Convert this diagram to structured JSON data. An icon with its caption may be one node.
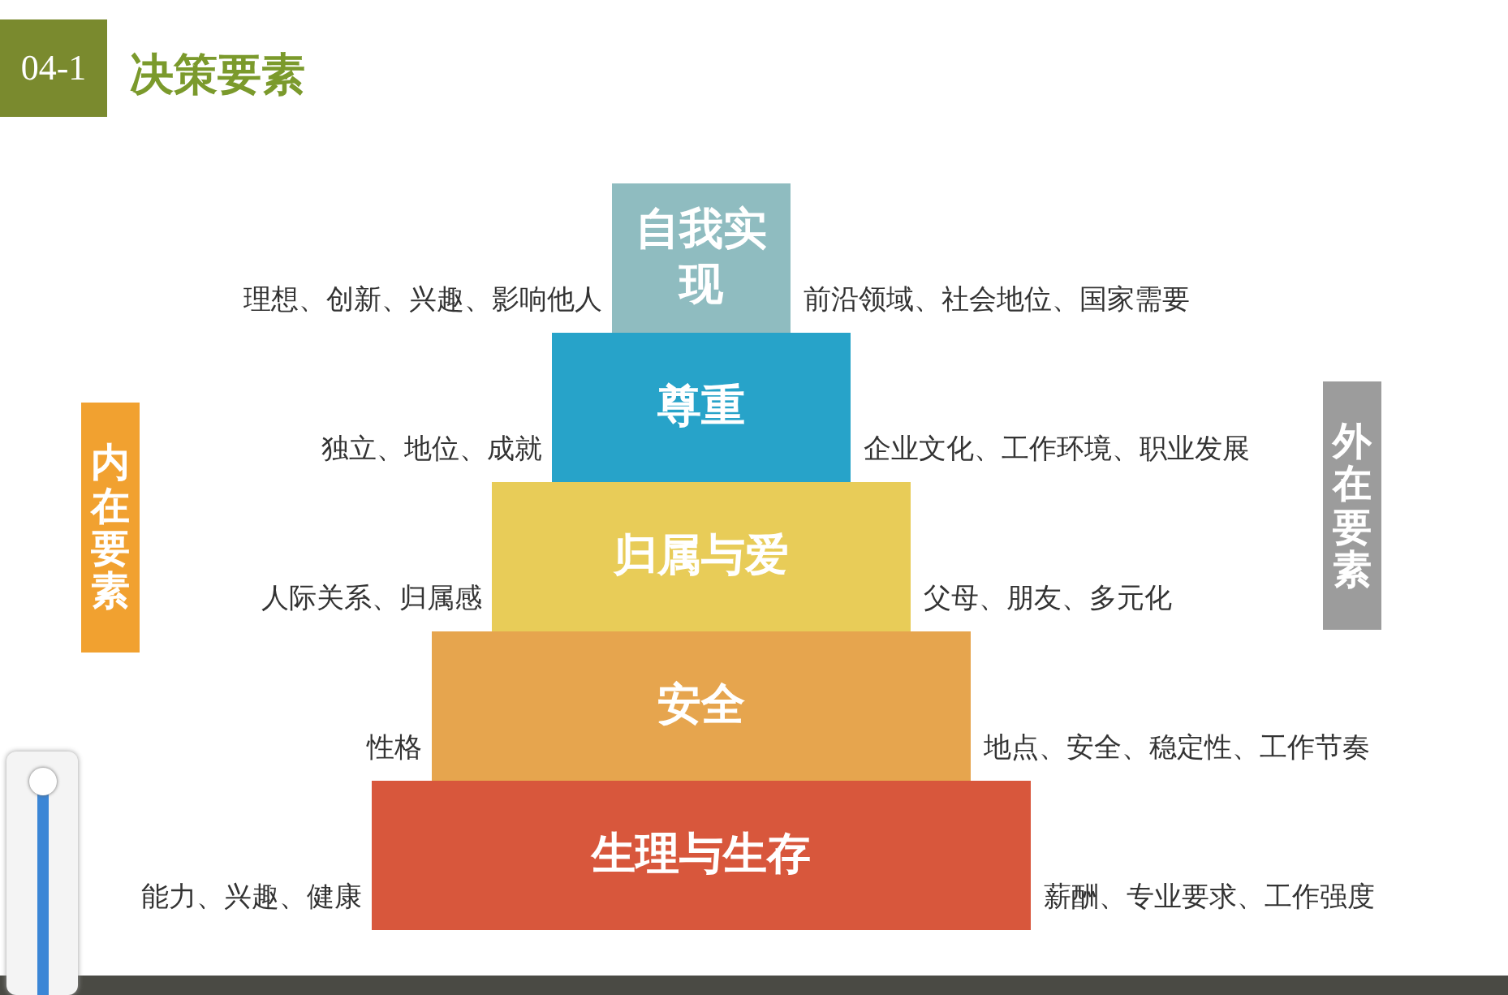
{
  "diagram": {
    "title": "决策要素",
    "nodes": [
      {
        "text": [
          "04-1"
        ]
      },
      {
        "text": [
          "自我实现"
        ],
        "beside": [
          "理想、创新、兴趣、影响他人",
          "前沿领域、社会地位、国家需要"
        ]
      },
      {
        "text": [
          "尊重"
        ],
        "beside": [
          "独立、地位、成就",
          "企业文化、工作环境、职业发展"
        ]
      },
      {
        "text": [
          "归属与爱"
        ],
        "beside": [
          "人际关系、归属感",
          "父母、朋友、多元化"
        ]
      },
      {
        "text": [
          "安全"
        ],
        "beside": [
          "性格",
          "地点、安全、稳定性、工作节奏"
        ]
      },
      {
        "text": [
          "生理与生存"
        ],
        "beside": [
          "能力、兴趣、健康",
          "薪酬、专业要求、工作强度"
        ]
      },
      {
        "text": [
          "内在要素"
        ]
      },
      {
        "text": [
          "外在要素"
        ]
      }
    ]
  }
}
